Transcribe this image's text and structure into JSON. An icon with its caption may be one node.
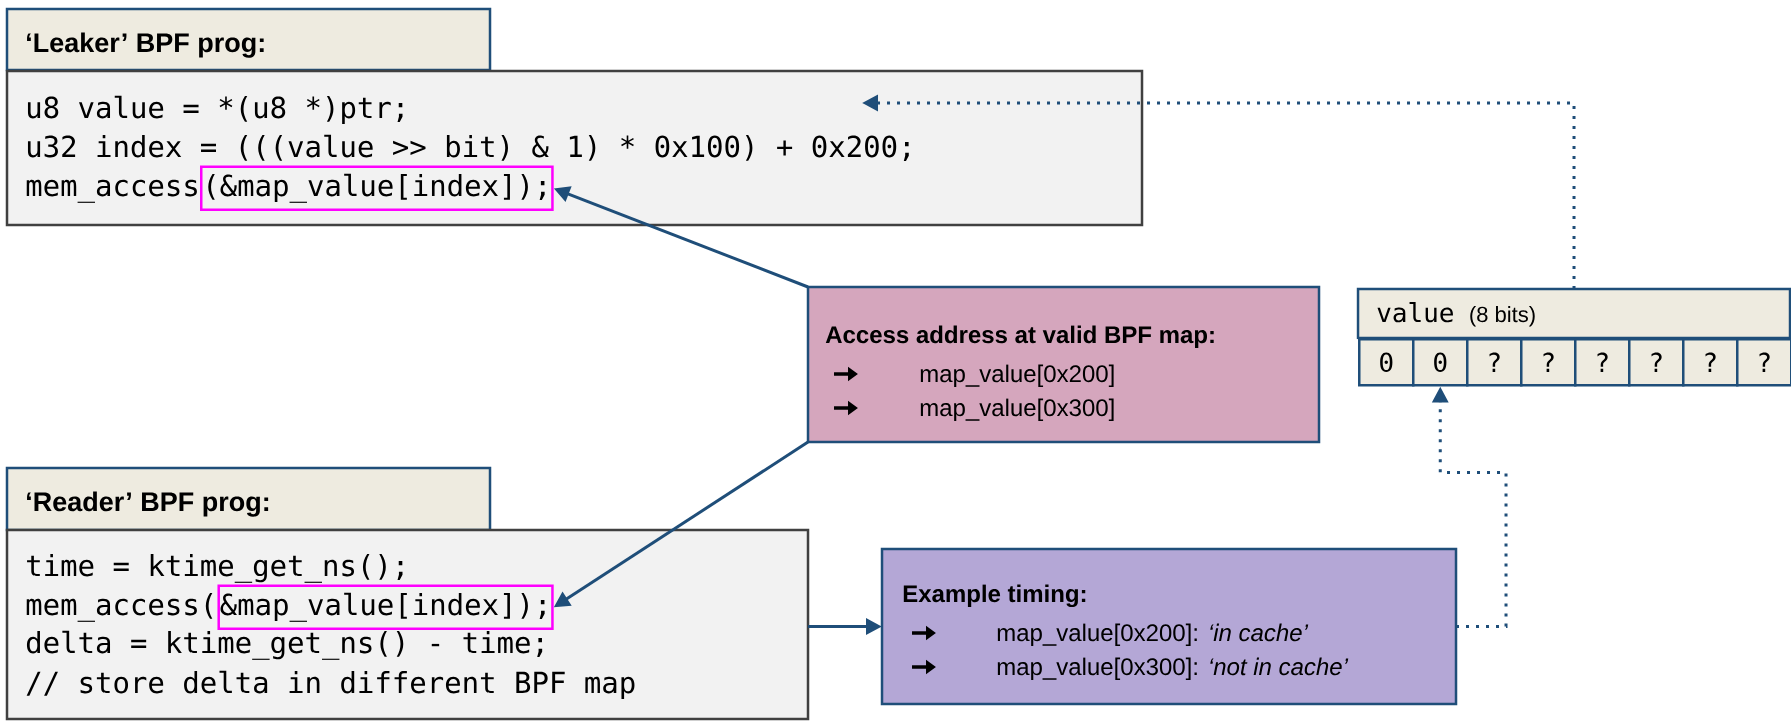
{
  "diagram": {
    "nodes": [
      {
        "text": [
          "‘Leaker’ BPF prog:"
        ]
      },
      {
        "text": [
          "u8  value = *(u8 *)ptr;",
          "u32 index = (((value >> bit) & 1) * 0x100) + 0x200;",
          "mem_access"
        ]
      },
      {
        "text": [
          "(&map_value[index]);"
        ],
        "in": 1
      },
      {
        "text": [
          "Access address at valid BPF map:",
          "map_value[0x200]",
          "map_value[0x300]"
        ]
      },
      {
        "text": [
          "value",
          "(8 bits)"
        ]
      },
      {
        "text": [
          "0"
        ]
      },
      {
        "text": [
          "0"
        ]
      },
      {
        "text": [
          "?"
        ]
      },
      {
        "text": [
          "?"
        ]
      },
      {
        "text": [
          "?"
        ]
      },
      {
        "text": [
          "?"
        ]
      },
      {
        "text": [
          "?"
        ]
      },
      {
        "text": [
          "?"
        ]
      },
      {
        "text": [
          "‘Reader’ BPF prog:"
        ]
      },
      {
        "text": [
          "time = ktime_get_ns();",
          "mem_access(",
          "delta = ktime_get_ns() - time;",
          "// store delta in different BPF map"
        ]
      },
      {
        "text": [
          "&map_value[index]);"
        ],
        "in": 14
      },
      {
        "text": [
          "Example timing:",
          "map_value[0x200]: *‘in cache’*",
          "map_value[0x300]: *‘not in cache’*"
        ]
      }
    ],
    "edges": [
      {
        "from": 3,
        "to": 2,
        "arrow": "to"
      },
      {
        "from": 3,
        "to": 15,
        "arrow": "to"
      },
      {
        "from": 14,
        "to": 16,
        "arrow": "to"
      },
      {
        "from": 16,
        "to": 6,
        "arrow": "to",
        "style": "dashed"
      },
      {
        "from": 4,
        "to": 1,
        "arrow": "to",
        "style": "dashed"
      }
    ]
  }
}
